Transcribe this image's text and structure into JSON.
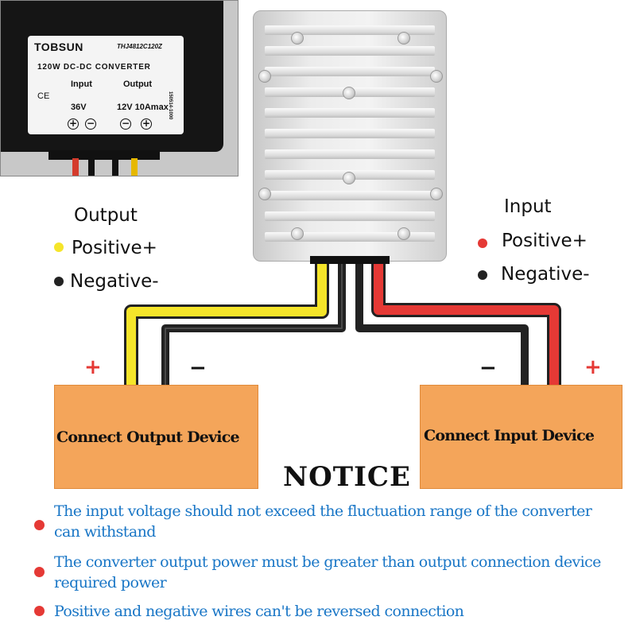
{
  "inset_label": {
    "brand": "TOBSUN",
    "model": "THJ4812C120Z",
    "title": "120W DC-DC CONVERTER",
    "input_label": "Input",
    "output_label": "Output",
    "ce_mark": "CE",
    "input_voltage": "36V",
    "output_rating": "12V 10Amax",
    "serial": "150514-1000",
    "terminals": [
      "+",
      "−",
      "−",
      "+"
    ]
  },
  "output_legend": {
    "heading": "Output",
    "positive": "Positive+",
    "negative": "Negative-",
    "positive_color": "#f5e52a",
    "negative_color": "#222222"
  },
  "input_legend": {
    "heading": "Input",
    "positive": "Positive+",
    "negative": "Negative-",
    "positive_color": "#e53935",
    "negative_color": "#222222"
  },
  "devices": {
    "output": {
      "label": "Connect Output Device",
      "plus": "+",
      "minus": "−"
    },
    "input": {
      "label": "Connect Input Device",
      "plus": "+",
      "minus": "−"
    }
  },
  "notice": {
    "title": "NOTICE",
    "items": [
      {
        "line1": "The input voltage  should not exceed the fluctuation range of the converter",
        "line2": " can withstand"
      },
      {
        "line1": "The converter output power must be  greater than output connection device",
        "line2": "required power"
      },
      {
        "line1": "Positive and negative wires can't be  reversed connection",
        "line2": ""
      }
    ]
  },
  "colors": {
    "device_fill": "#f4a55a",
    "notice_text": "#1976c6",
    "bullet": "#e53935",
    "wire_yellow": "#f5e52a",
    "wire_red": "#e53935",
    "wire_black": "#222222"
  }
}
